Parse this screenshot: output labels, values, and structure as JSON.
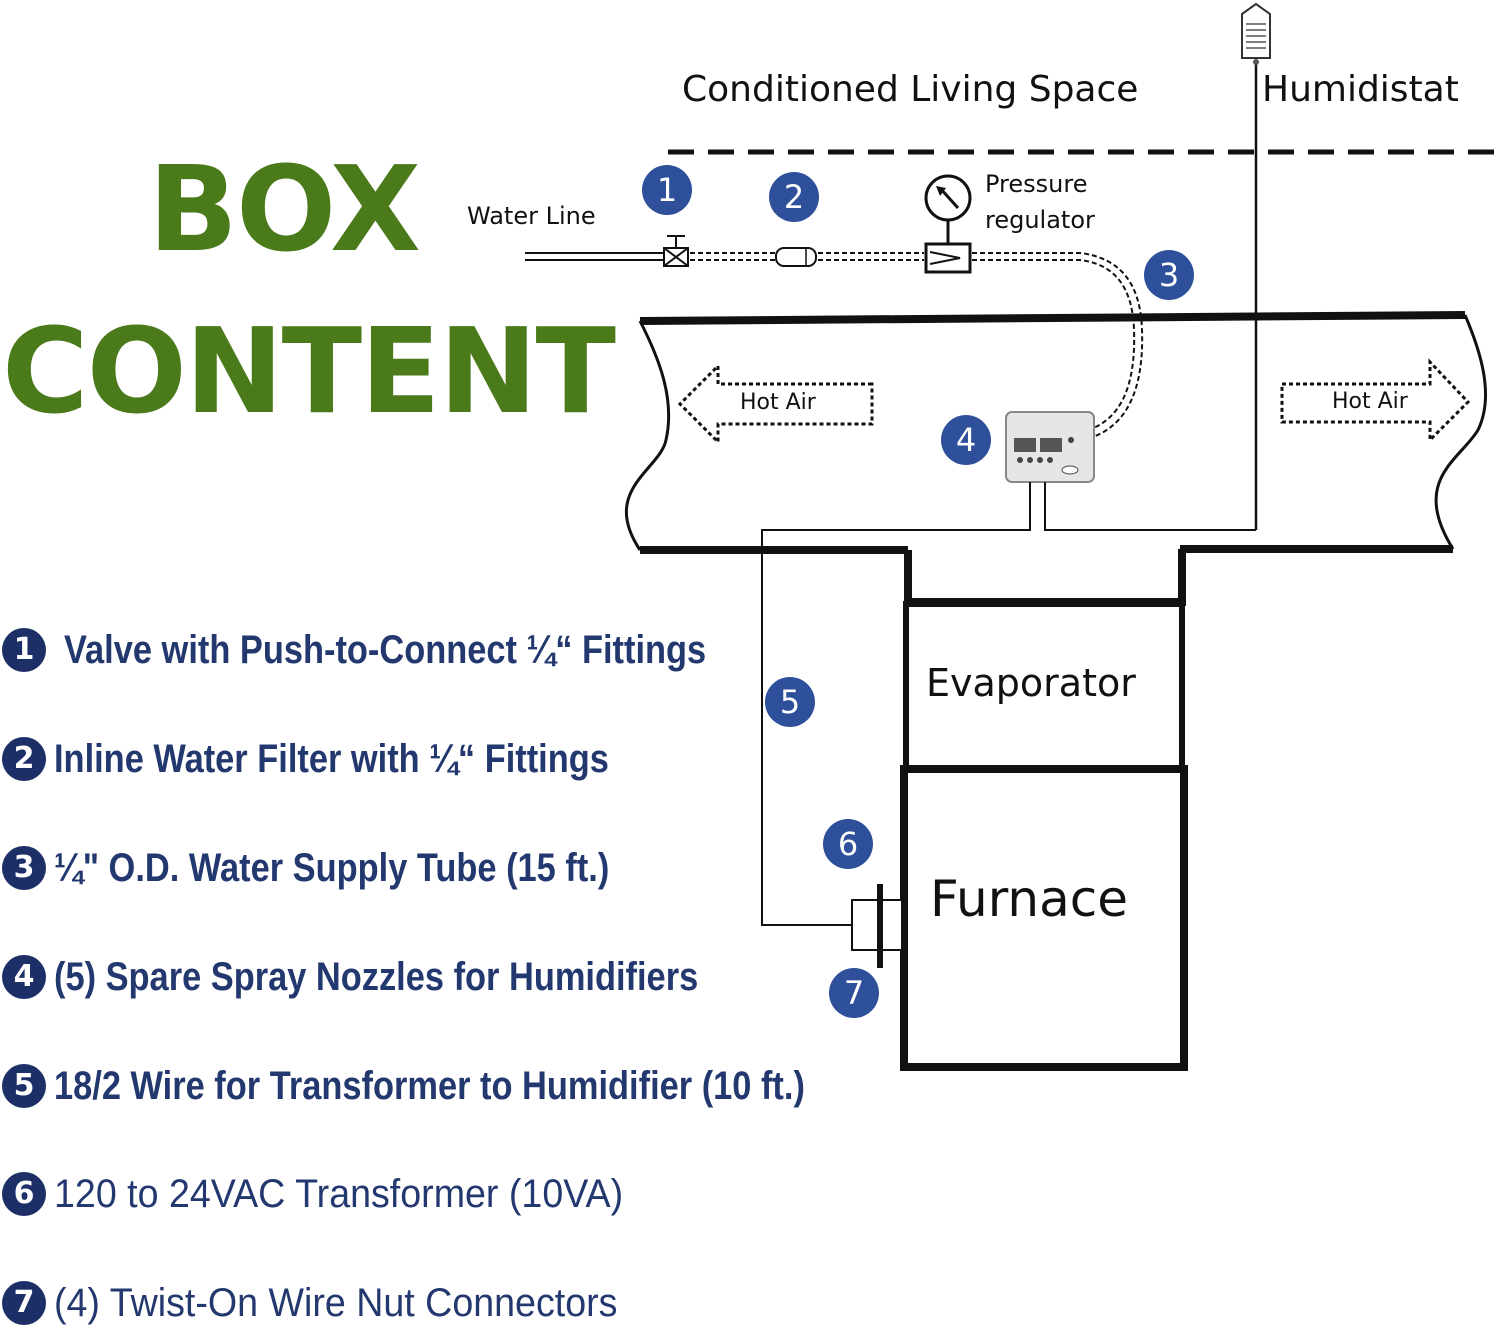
{
  "title": {
    "line1": "BOX",
    "line2": "CONTENT"
  },
  "labels": {
    "living_space": "Conditioned Living Space",
    "humidistat": "Humidistat",
    "water_line": "Water Line",
    "pressure_regulator_1": "Pressure",
    "pressure_regulator_2": "regulator",
    "hot_air_left": "Hot Air",
    "hot_air_right": "Hot Air",
    "evaporator": "Evaporator",
    "furnace": "Furnace"
  },
  "markers": [
    "1",
    "2",
    "3",
    "4",
    "5",
    "6",
    "7"
  ],
  "legend": [
    {
      "num": "1",
      "text": "Valve with Push-to-Connect ¼“ Fittings"
    },
    {
      "num": "2",
      "text": "Inline Water Filter with ¼“ Fittings"
    },
    {
      "num": "3",
      "text": "¼\" O.D. Water Supply Tube (15 ft.)"
    },
    {
      "num": "4",
      "text": "(5) Spare Spray Nozzles for Humidifiers"
    },
    {
      "num": "5",
      "text": "18/2 Wire for Transformer to Humidifier (10 ft.)"
    },
    {
      "num": "6",
      "text": "120 to 24VAC Transformer (10VA)"
    },
    {
      "num": "7",
      "text": "(4) Twist-On Wire Nut Connectors"
    }
  ],
  "colors": {
    "title_green": "#4a7a1a",
    "legend_navy": "#23386e",
    "marker_blue": "#2e4f9a"
  }
}
